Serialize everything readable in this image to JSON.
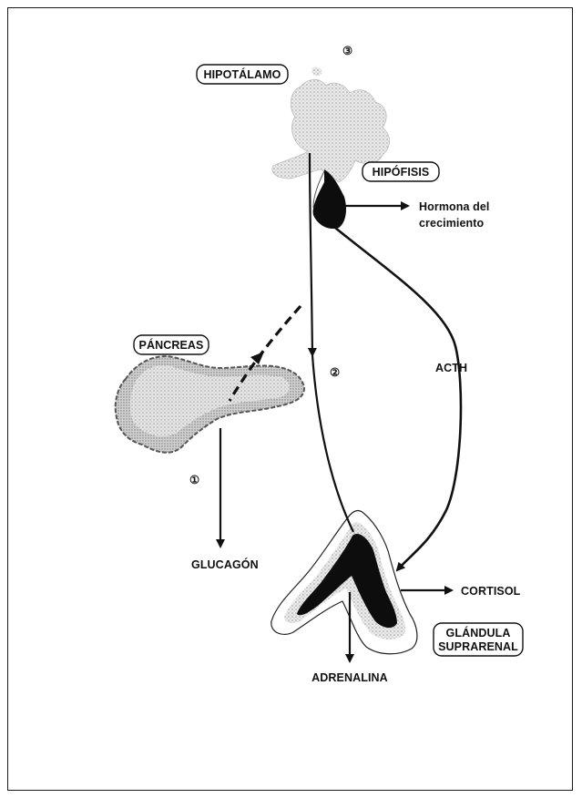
{
  "labels": {
    "hipotalamo": "HIPOTÁLAMO",
    "hipofisis": "HIPÓFISIS",
    "pancreas": "PÁNCREAS",
    "glandula_line1": "GLÁNDULA",
    "glandula_line2": "SUPRARENAL",
    "hormona_line1": "Hormona del",
    "hormona_line2": "crecimiento",
    "acth": "ACTH",
    "glucagon": "GLUCAGÓN",
    "cortisol": "CORTISOL",
    "adrenalina": "ADRENALINA"
  },
  "markers": {
    "one": "①",
    "two": "②",
    "three": "③"
  },
  "colors": {
    "ink": "#111111",
    "stipple": "#d9d9d9",
    "gland_dark": "#0d0d0d"
  }
}
